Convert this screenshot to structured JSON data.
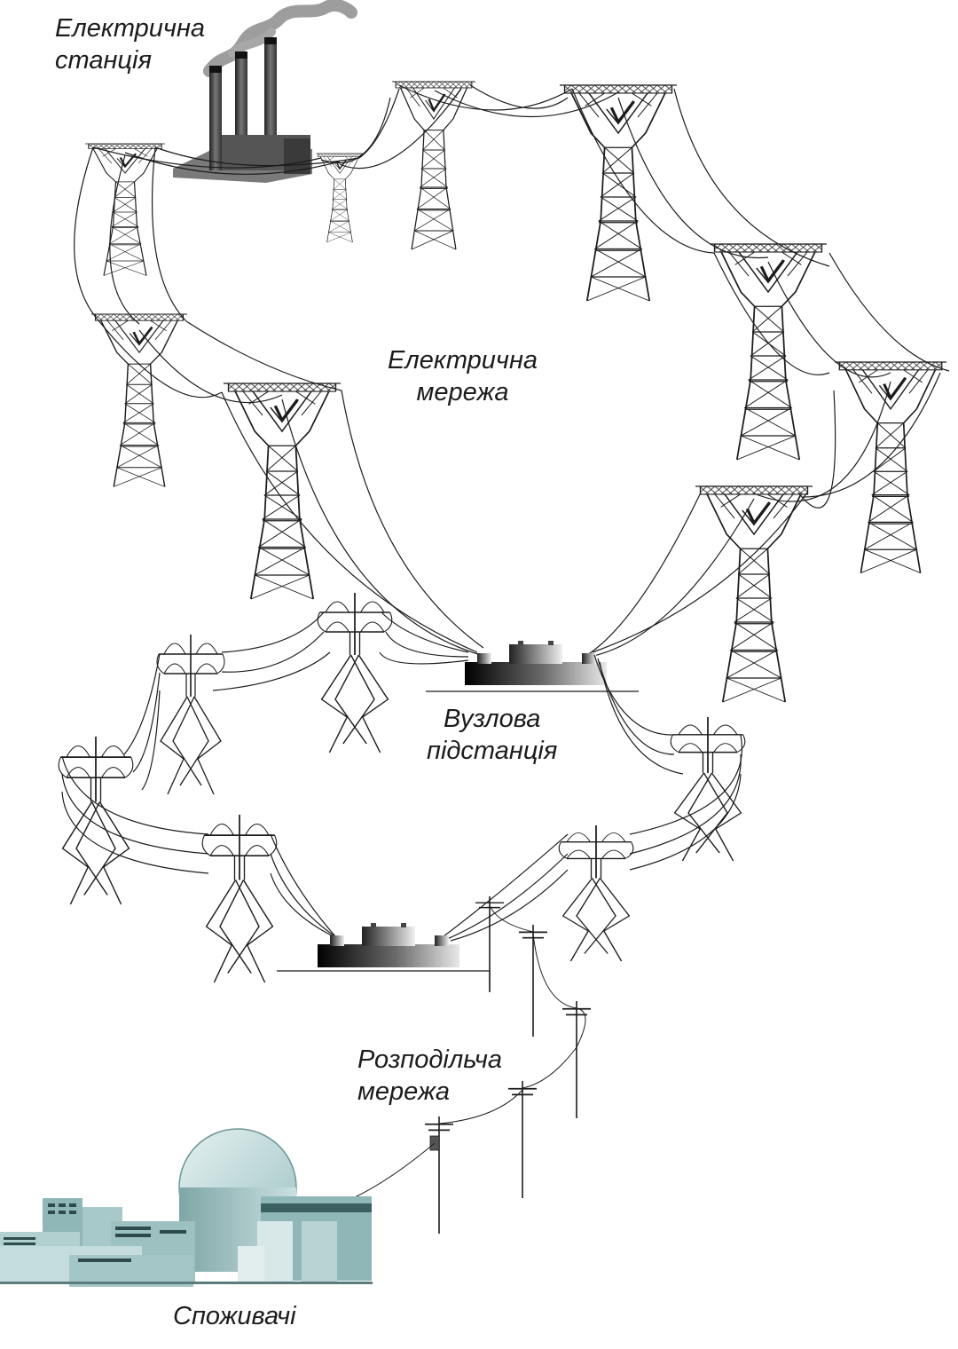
{
  "labels": {
    "power_station": [
      "Електрична",
      "станція"
    ],
    "electric_grid": [
      "Електрична",
      "мережа"
    ],
    "node_substation": [
      "Вузлова",
      "підстанція"
    ],
    "distribution_network": [
      "Розподільча",
      "мережа"
    ],
    "consumers": "Споживачі"
  },
  "colors": {
    "ink": "#1c1c1c",
    "smoke": "#8c8c8c",
    "building_teal": "#8fb7b7",
    "building_dark": "#3c5f5f",
    "dome": "#bfd9da"
  }
}
